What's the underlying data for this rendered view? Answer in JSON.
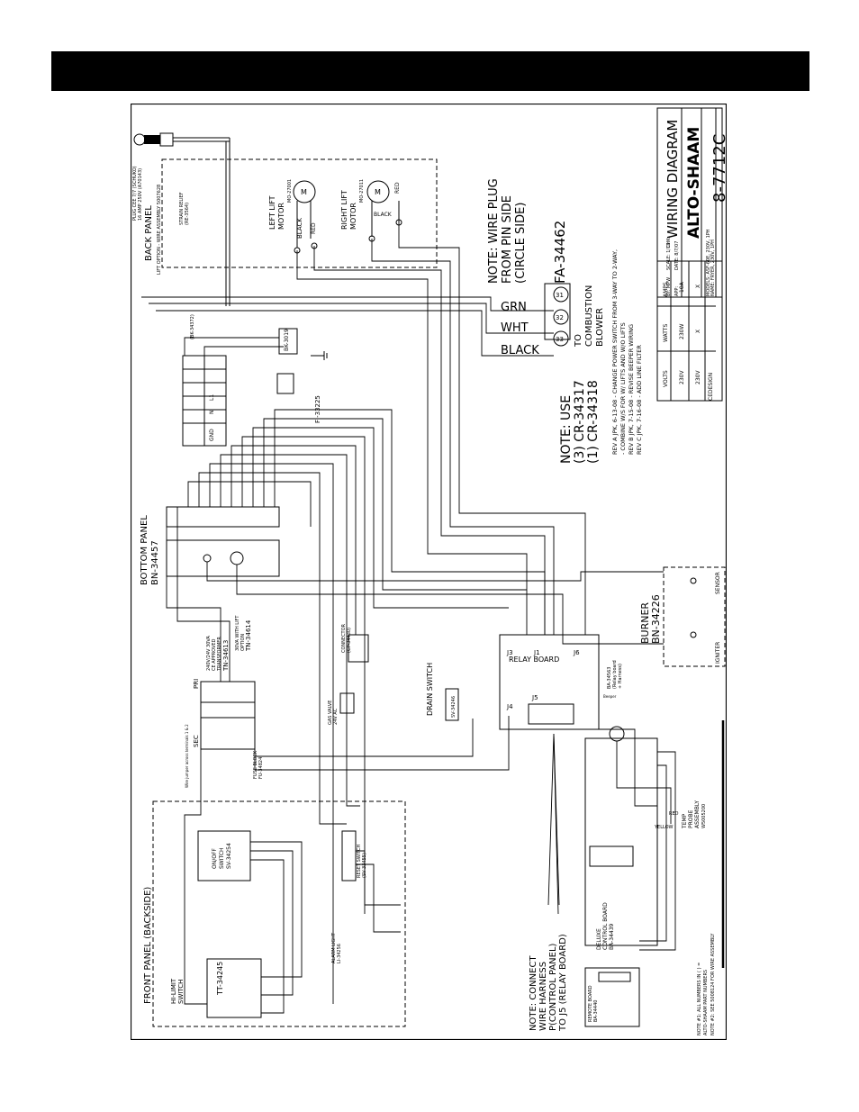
{
  "title_block": {
    "title": "WIRING DIAGRAM",
    "brand": "ALTO-SHAAM",
    "drawing_number": "8-7712C",
    "model_line": "MODELS: ASF-60E, 230V, 1PH",
    "name_line": "NAME: FRYER, 230V, 1PH",
    "scale": "SCALE: 1/16",
    "drawn_by": "BY: MPW",
    "chk": "CHK:",
    "date": "DATE: 8/7/07",
    "app": "APP:"
  },
  "revisions": [
    "REV A JPK, 6-13-08 - CHANGE POWER SWITCH FROM 3-WAY TO 2-WAY,",
    "- COMBINE W/S FOR W/ LIFTS AND W/O LIFTS",
    "REV B JPK, 7-15-08 - REVISE BEEPER WIRING",
    "REV C JPK, 7-16-08 - ADD LINE FILTER"
  ],
  "spec_table": {
    "headers": [
      "VOLTS",
      "WATTS",
      "AMPS"
    ],
    "rows": [
      [
        "230V",
        "230W",
        "10A"
      ],
      [
        "230V",
        "X",
        "X"
      ]
    ],
    "footer": [
      "CE",
      "DESIGN"
    ]
  },
  "notes": {
    "wire_plug": [
      "NOTE: WIRE PLUG",
      "FROM PIN SIDE",
      "(CIRCLE SIDE)"
    ],
    "plug_part": "FA-34462",
    "plug_wires": [
      "GRN",
      "WHT",
      "BLACK"
    ],
    "plug_pins": [
      "31",
      "32",
      "33"
    ],
    "blower": [
      "TO",
      "COMBUSTION",
      "BLOWER"
    ],
    "use": [
      "NOTE: USE",
      "(3) CR-34317",
      "(1) CR-34318"
    ],
    "harness": [
      "NOTE: CONNECT",
      "WIRE HARNESS",
      "P(CONTROL PANEL)",
      "TO J5 (RELAY BOARD)"
    ],
    "bottom": [
      "NOTE #1: ALL NUMBERS IN ( ) =",
      "ALTO-SHAAM PART NUMBERS",
      "NOTE #2: SEE 5008124 FOR WIRE ASSEMBLY"
    ]
  },
  "components": {
    "plug": [
      "PLUG CEE 7/7 (SCHUKO)",
      "16 AMP 250V (A70143)"
    ],
    "back_panel": "BACK PANEL",
    "lift_option": "LIFT OPTION - WIRE ASSEMBLY 5007628",
    "strain_relief": [
      "STRAIN RELIEF",
      "(RE-3564)"
    ],
    "left_lift_motor": [
      "LEFT LIFT",
      "MOTOR",
      "MO-27001"
    ],
    "right_lift_motor": [
      "RIGHT LIFT",
      "MOTOR",
      "MO-27011"
    ],
    "motor_letter": "M",
    "wire_black": "BLACK",
    "wire_red": "RED",
    "terminal_block": "(BK-34372)",
    "tb_labels": [
      "GND",
      "N",
      "L1"
    ],
    "bk": "BK-3019",
    "line_filter": "FI-33225",
    "bottom_panel": [
      "BOTTOM PANEL",
      "BN-34457"
    ],
    "transformer": [
      "240V/24V 30VA",
      "CE APPROVED",
      "TRANSFORMER",
      "TN-34613"
    ],
    "transformer_lift": [
      "30VA WITH LIFT",
      "OPTION",
      "TN-34614"
    ],
    "pri": "PRI",
    "sec": "SEC",
    "fuse_block": [
      "FUSE BLOCK",
      "FU-34824"
    ],
    "jumper_note": "Wire jumper across terminals 1 & 2",
    "gas_valve": [
      "GAS VALVE",
      "24V AC"
    ],
    "connector": [
      "CONNECTOR",
      "(CP-34430)"
    ],
    "drain_switch": "DRAIN SWITCH",
    "drain_switch_part": "SV-34246",
    "relay_board": "RELAY BOARD",
    "relay_board_part": [
      "BA-34563",
      "(Relay board",
      "+ Harness)"
    ],
    "jacks": [
      "J3",
      "J1",
      "J6",
      "J4",
      "J5"
    ],
    "burner": [
      "BURNER",
      "BN-34226"
    ],
    "sensor": "SENSOR",
    "igniter": "IGNITER",
    "beeper": "Beeper",
    "front_panel": "FRONT PANEL (BACKSIDE)",
    "onoff_switch": [
      "ON/OFF",
      "SWITCH",
      "SV-34254"
    ],
    "reset_switch": [
      "RESET SWITCH",
      "(SV-33455)"
    ],
    "alarm_light": [
      "ALARM LIGHT",
      "LI-34256"
    ],
    "hi_limit": [
      "HI-LIMIT",
      "SWITCH"
    ],
    "hi_limit_part": "TT-34245",
    "temp_probe": [
      "TEMP",
      "PROBE",
      "ASSEMBLY",
      "W5005200"
    ],
    "probe_wires": [
      "RED",
      "YELLOW"
    ],
    "deluxe_board": [
      "DELUXE",
      "CONTROL BOARD",
      "BA-34439"
    ],
    "remote_board": [
      "REMOTE BOARD",
      "BA-34440"
    ]
  }
}
